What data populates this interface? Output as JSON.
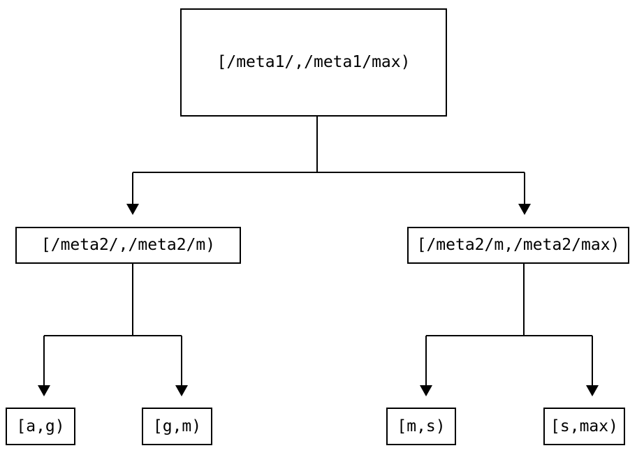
{
  "diagram": {
    "type": "binary-interval-tree",
    "colors": {
      "line": "#000000",
      "box_border": "#000000",
      "box_fill": "#ffffff",
      "text": "#000000",
      "background": "#ffffff"
    },
    "nodes": {
      "root": {
        "label": "[/meta1/,/meta1/max)"
      },
      "left_child": {
        "label": "[/meta2/,/meta2/m)"
      },
      "right_child": {
        "label": "[/meta2/m,/meta2/max)"
      },
      "leaf_ag": {
        "label": "[a,g)"
      },
      "leaf_gm": {
        "label": "[g,m)"
      },
      "leaf_ms": {
        "label": "[m,s)"
      },
      "leaf_smax": {
        "label": "[s,max)"
      }
    },
    "edges": [
      {
        "from": "root",
        "to": "left_child"
      },
      {
        "from": "root",
        "to": "right_child"
      },
      {
        "from": "left_child",
        "to": "leaf_ag"
      },
      {
        "from": "left_child",
        "to": "leaf_gm"
      },
      {
        "from": "right_child",
        "to": "leaf_ms"
      },
      {
        "from": "right_child",
        "to": "leaf_smax"
      }
    ]
  }
}
